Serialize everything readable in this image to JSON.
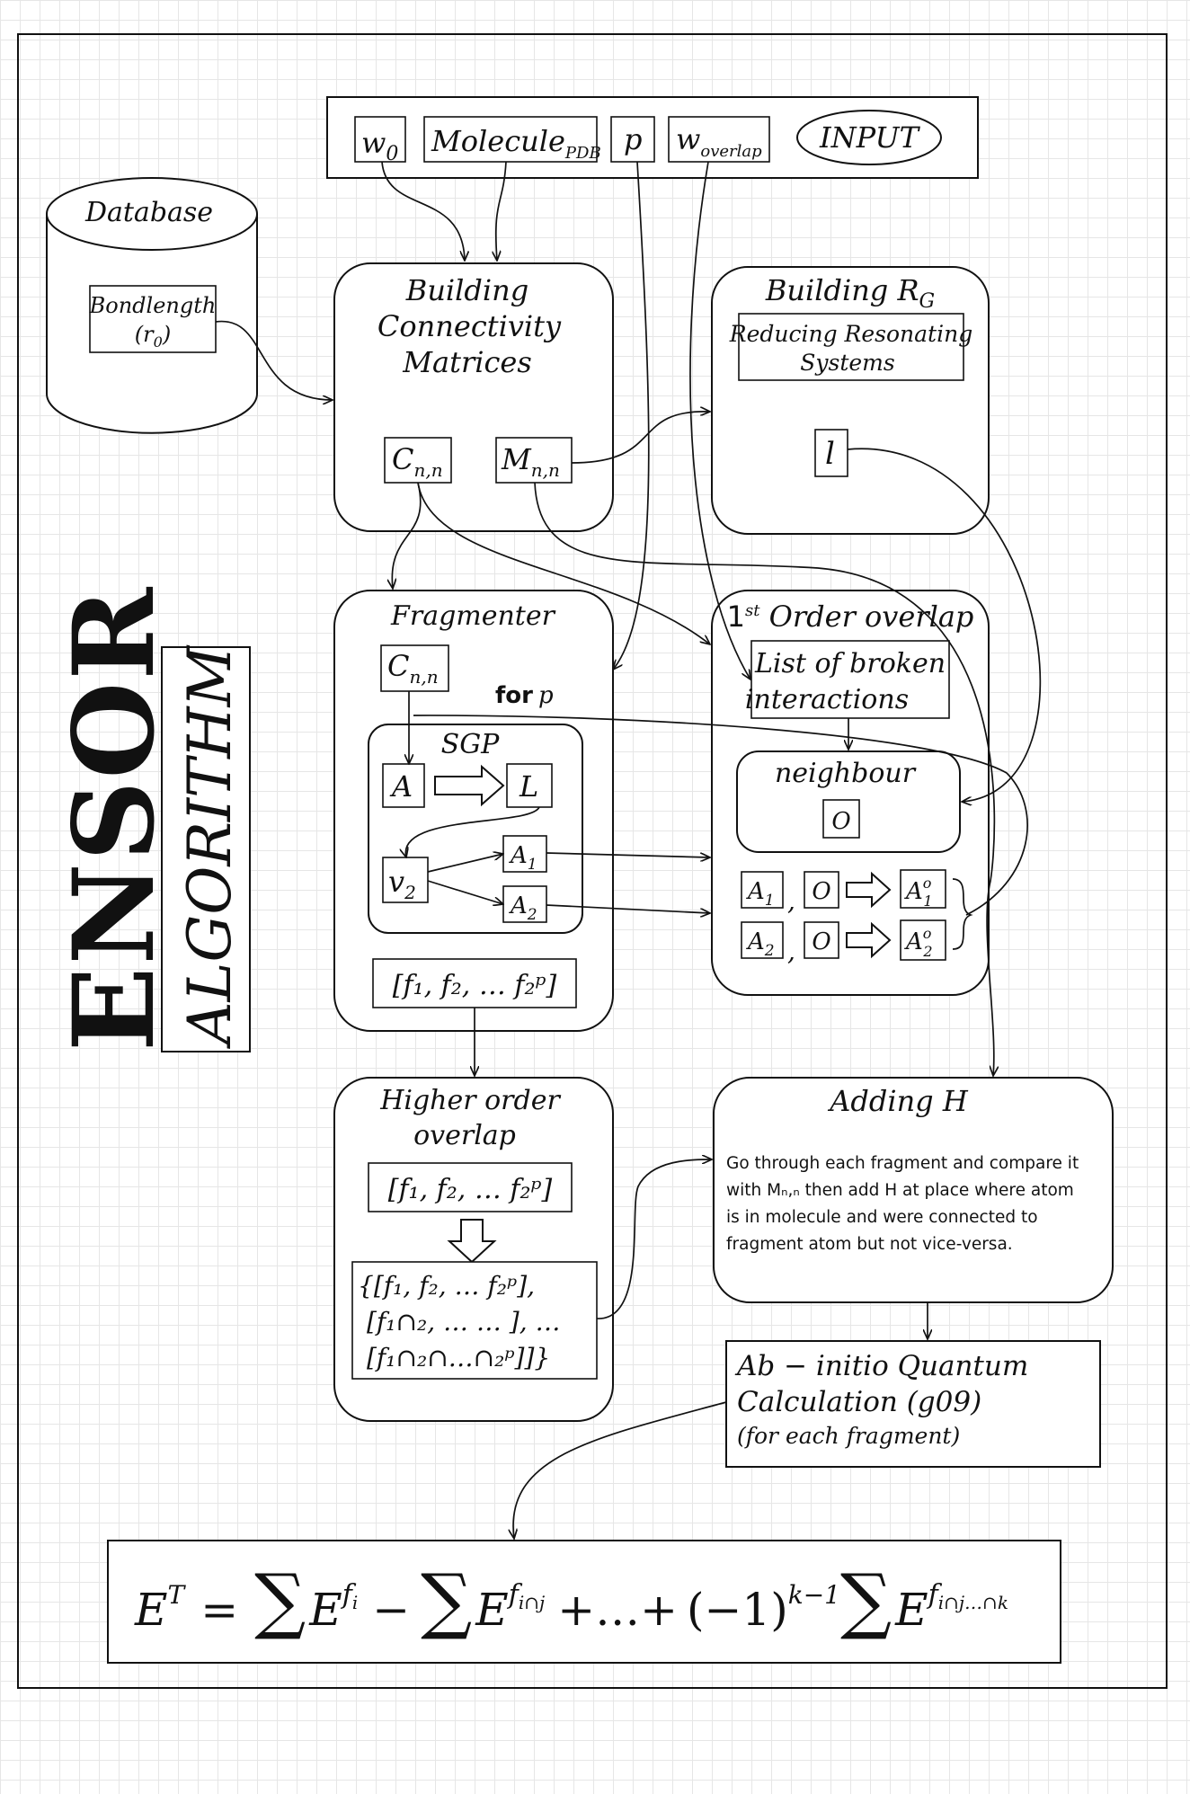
{
  "title": {
    "main": "ENSOR",
    "sub": "ALGORITHM"
  },
  "input": {
    "label": "INPUT",
    "w0": {
      "base": "w",
      "sub": "0"
    },
    "molecule": {
      "base": "Molecule",
      "sub": "PDB"
    },
    "p": "p",
    "w_overlap": {
      "base": "w",
      "sub": "overlap"
    }
  },
  "database": {
    "title": "Database",
    "bondlength": "Bondlength",
    "r0": {
      "open": "(",
      "base": "r",
      "sub": "0",
      "close": ")"
    }
  },
  "connectivity": {
    "title_lines": [
      "Building",
      "Connectivity",
      "Matrices"
    ],
    "c_nn": {
      "base": "C",
      "sub": "n,n"
    },
    "m_nn": {
      "base": "M",
      "sub": "n,n"
    }
  },
  "building_rg": {
    "title": {
      "base": "Building R",
      "sub": "G"
    },
    "reducing_lines": [
      "Reducing Resonating",
      "Systems"
    ],
    "l": "l"
  },
  "fragmenter": {
    "title": "Fragmenter",
    "c_nn": {
      "base": "C",
      "sub": "n,n"
    },
    "for_p": {
      "bold": "for",
      "var": "p"
    },
    "sgp": "SGP",
    "A": "A",
    "L": "L",
    "v2": {
      "base": "v",
      "sub": "2"
    },
    "A1": {
      "base": "A",
      "sub": "1"
    },
    "A2": {
      "base": "A",
      "sub": "2"
    },
    "f_list": "[f₁, f₂, … f₂ᵖ]"
  },
  "first_order": {
    "title": {
      "num": "1",
      "sup": "st",
      "rest": " Order overlap"
    },
    "broken_lines": [
      "List of broken",
      "interactions"
    ],
    "neighbour": "neighbour",
    "O": "O",
    "A1": {
      "base": "A",
      "sub": "1"
    },
    "A2": {
      "base": "A",
      "sub": "2"
    },
    "A1o": {
      "base": "A",
      "sup": "o",
      "sub": "1"
    },
    "A2o": {
      "base": "A",
      "sup": "o",
      "sub": "2"
    },
    "comma": ","
  },
  "higher_order": {
    "title_lines": [
      "Higher order",
      "overlap"
    ],
    "f_list": "[f₁, f₂, … f₂ᵖ]",
    "set_lines": [
      "{[f₁, f₂, … f₂ᵖ],",
      "[f₁∩₂, …   … ], …",
      "[f₁∩₂∩…∩₂ᵖ]]}"
    ]
  },
  "adding_h": {
    "title": "Adding H",
    "desc_lines": [
      "Go through each fragment and compare it",
      "with  Mₙ,ₙ then add H at place where atom",
      "is in molecule and were connected to",
      "fragment atom but not vice-versa."
    ]
  },
  "ab_initio": {
    "line1": "Ab − initio Quantum",
    "line2": "Calculation (g09)",
    "line3": "(for each fragment)"
  },
  "formula": {
    "E": "E",
    "T": "T",
    "eq": "=",
    "sigma": "∑",
    "fi": "f",
    "i": "i",
    "minus": "−",
    "fij": "i∩j",
    "plus_dots": "+…+",
    "neg_one": "(−1)",
    "k_minus_1": "k−1",
    "fijk": "i∩j…∩k"
  }
}
